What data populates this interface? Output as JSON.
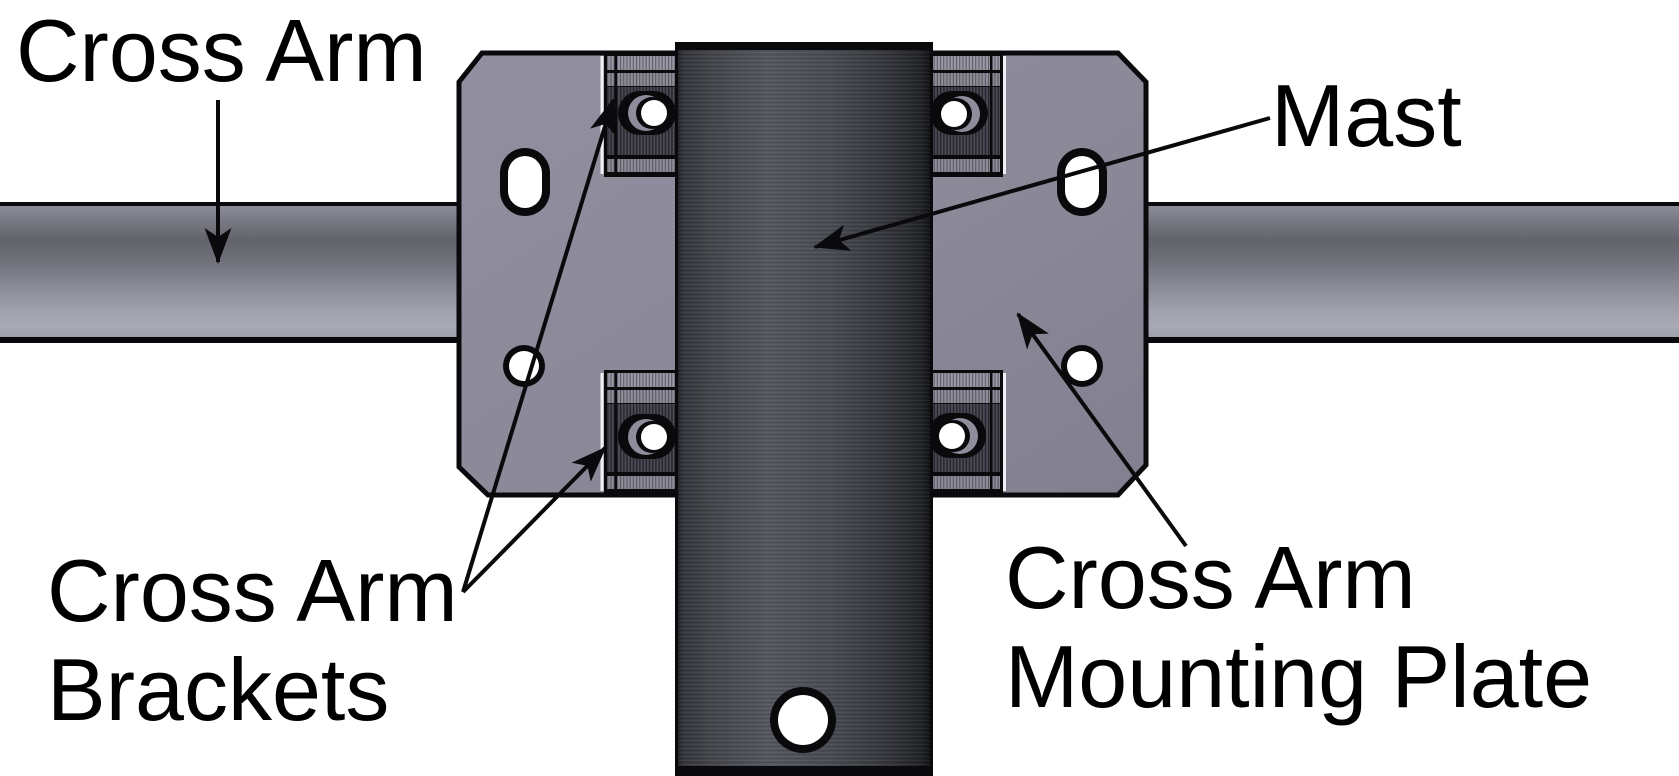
{
  "diagram": {
    "type": "technical-callout-diagram",
    "subject": "Cross arm mounted to a mast with brackets and a mounting plate"
  },
  "labels": {
    "cross_arm": "Cross Arm",
    "mast": "Mast",
    "cross_arm_brackets": {
      "line1": "Cross Arm",
      "line2": "Brackets"
    },
    "cross_arm_mounting_plate": {
      "line1": "Cross Arm",
      "line2": "Mounting Plate"
    }
  },
  "colors": {
    "bg": "#ffffff",
    "outline": "#0a0a0d",
    "label_color": "#000000",
    "plate_gray": "#8c8a99",
    "tube_gray": "#8c8c96",
    "mast_dark": "#45474f",
    "bracket_dark": "#4c4a54",
    "bracket_band": "#9b99a5",
    "hole_white": "#ffffff"
  }
}
